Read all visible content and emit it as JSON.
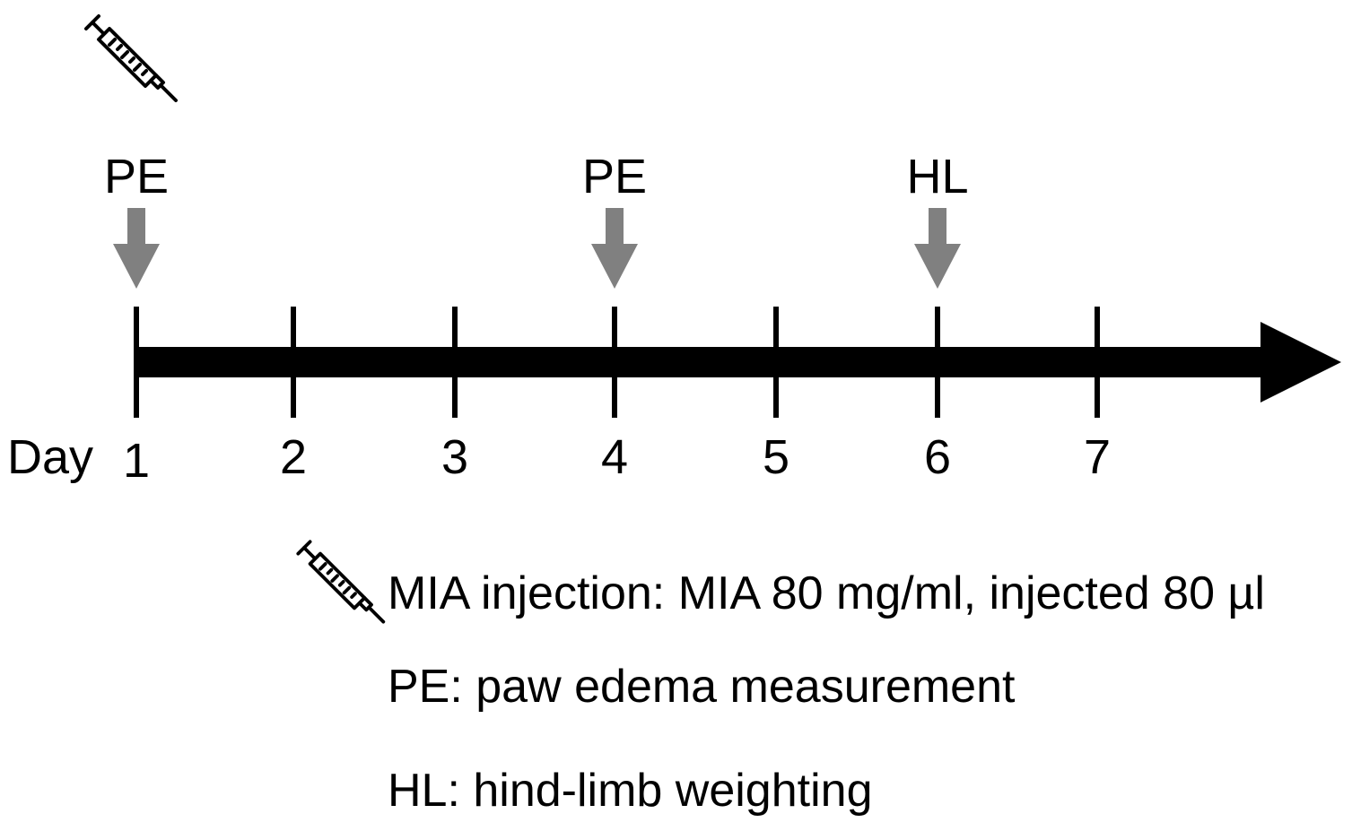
{
  "timeline": {
    "day_label": "Day",
    "days": [
      "1",
      "2",
      "3",
      "4",
      "5",
      "6",
      "7"
    ],
    "events": [
      {
        "day": 1,
        "label": "PE"
      },
      {
        "day": 4,
        "label": "PE"
      },
      {
        "day": 6,
        "label": "HL"
      }
    ],
    "injection_day": 1,
    "marker_arrow_color": "#808080",
    "axis_color": "#000000"
  },
  "legend": {
    "injection": "MIA injection: MIA 80 mg/ml, injected 80 µl",
    "pe": "PE: paw edema measurement",
    "hl": "HL: hind-limb weighting"
  },
  "icons": {
    "injection": "syringe-icon",
    "marker": "down-arrow-icon"
  }
}
